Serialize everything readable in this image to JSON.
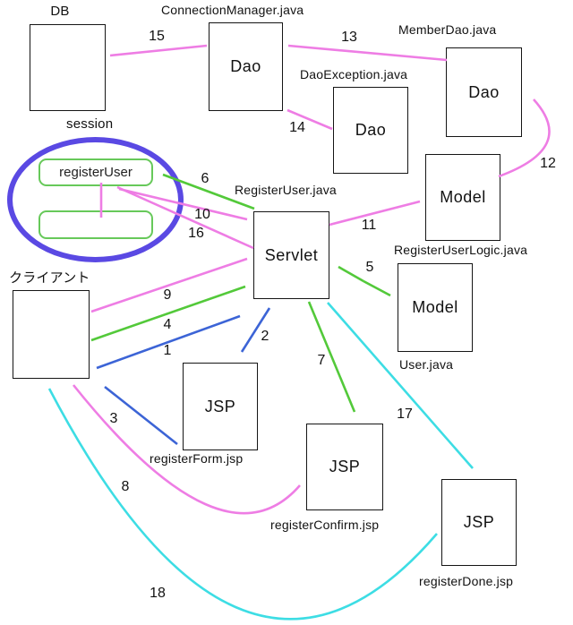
{
  "nodes": {
    "db": {
      "caption": "DB",
      "body": ""
    },
    "connection_manager": {
      "caption": "ConnectionManager.java",
      "body": "Dao"
    },
    "member_dao": {
      "caption": "MemberDao.java",
      "body": "Dao"
    },
    "dao_exception": {
      "caption": "DaoException.java",
      "body": "Dao"
    },
    "session": {
      "caption": "session",
      "slot1": "registerUser",
      "slot2": ""
    },
    "servlet": {
      "caption": "RegisterUser.java",
      "body": "Servlet"
    },
    "logic_model": {
      "caption": "RegisterUserLogic.java",
      "body": "Model"
    },
    "user_model": {
      "caption": "User.java",
      "body": "Model"
    },
    "client": {
      "caption": "クライアント",
      "body": ""
    },
    "register_form": {
      "caption": "registerForm.jsp",
      "body": "JSP"
    },
    "register_confirm": {
      "caption": "registerConfirm.jsp",
      "body": "JSP"
    },
    "register_done": {
      "caption": "registerDone.jsp",
      "body": "JSP"
    }
  },
  "arrow_labels": {
    "n1": "1",
    "n2": "2",
    "n3": "3",
    "n4": "4",
    "n5": "5",
    "n6": "6",
    "n7": "7",
    "n8": "8",
    "n9": "9",
    "n10": "10",
    "n11": "11",
    "n12": "12",
    "n13": "13",
    "n14": "14",
    "n15": "15",
    "n16": "16",
    "n17": "17",
    "n18": "18"
  },
  "colors": {
    "pink_arrow": "#ee7de4",
    "green_arrow": "#53c93a",
    "blue_arrow": "#3c64d6",
    "cyan_arrow": "#3ddde4",
    "session_ellipse": "#5a49e3",
    "session_slot_border": "#67c95a",
    "box_border": "#151515"
  }
}
